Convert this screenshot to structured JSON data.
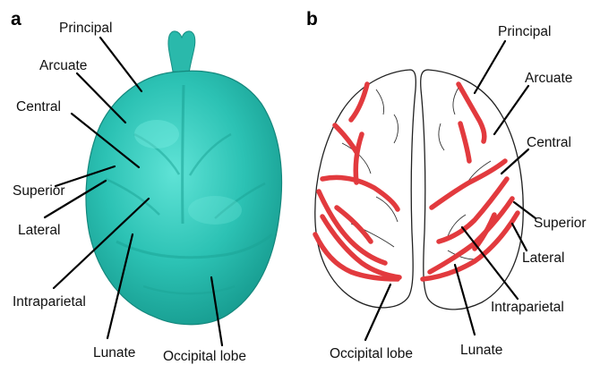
{
  "panel_a": {
    "letter": "a",
    "labels": {
      "principal": "Principal",
      "arcuate": "Arcuate",
      "central": "Central",
      "superior": "Superior",
      "lateral": "Lateral",
      "intraparietal": "Intraparietal",
      "lunate": "Lunate",
      "occipital_lobe": "Occipital lobe"
    },
    "endocast_color": "#2ec4b6"
  },
  "panel_b": {
    "letter": "b",
    "labels": {
      "principal": "Principal",
      "arcuate": "Arcuate",
      "central": "Central",
      "superior": "Superior",
      "lateral": "Lateral",
      "intraparietal": "Intraparietal",
      "lunate": "Lunate",
      "occipital_lobe": "Occipital lobe"
    },
    "sulcus_color": "#e23a3e"
  }
}
